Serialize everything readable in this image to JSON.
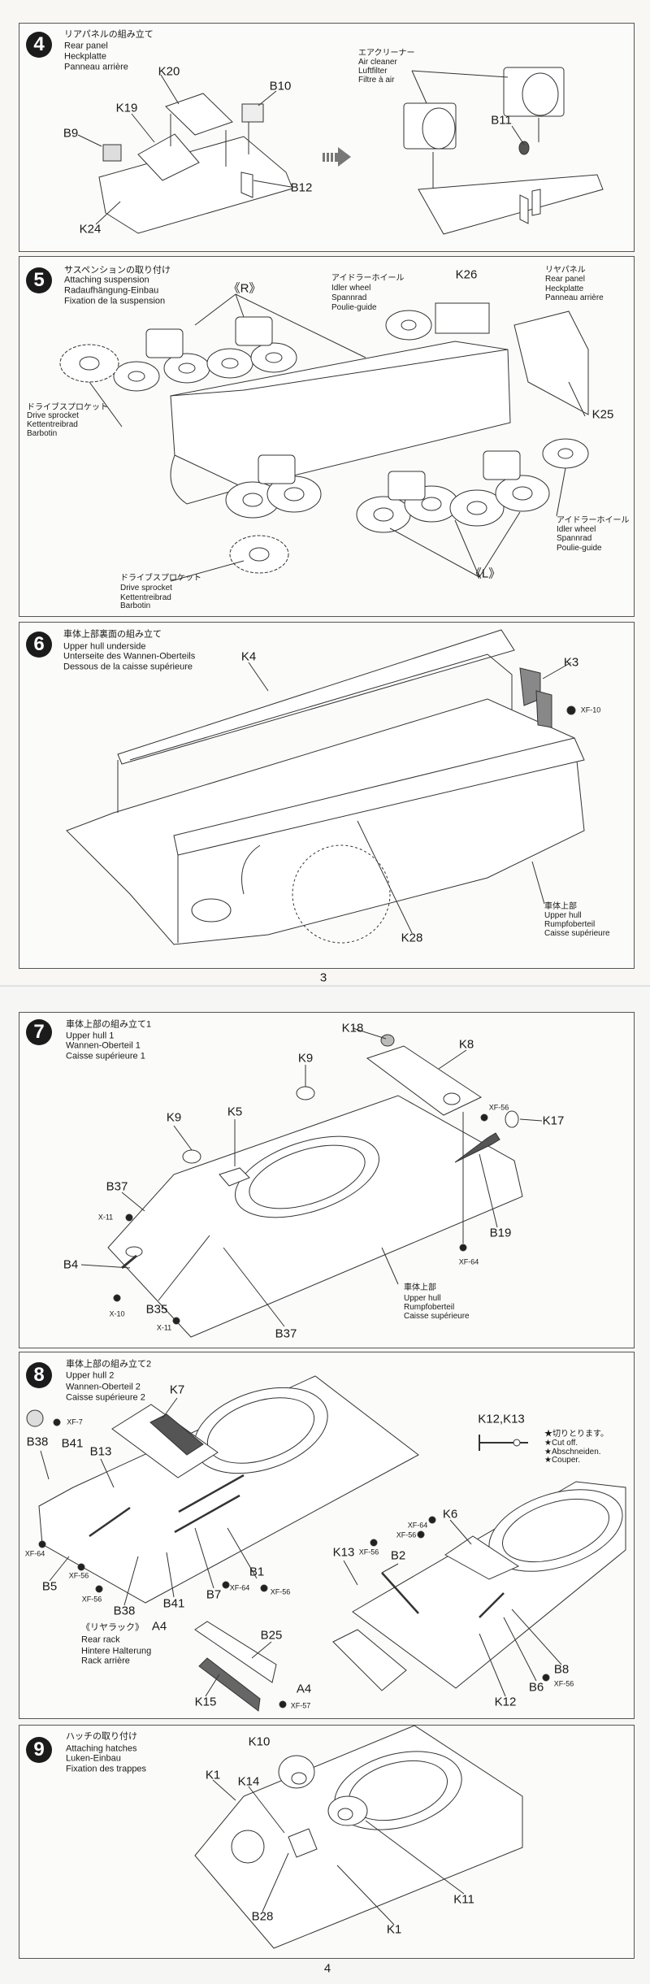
{
  "page_numbers": [
    "3",
    "4"
  ],
  "steps": [
    {
      "number": "4",
      "title": [
        "リアパネルの組み立て",
        "Rear panel",
        "Heckplatte",
        "Panneau arrière"
      ],
      "parts": [
        "K20",
        "B10",
        "K19",
        "B9",
        "B12",
        "K24",
        "B11"
      ],
      "callouts": [
        {
          "lines": [
            "エアクリーナー",
            "Air cleaner",
            "Luftfilter",
            "Filtre à air"
          ]
        }
      ]
    },
    {
      "number": "5",
      "title": [
        "サスペンションの取り付け",
        "Attaching suspension",
        "Radaufhängung-Einbau",
        "Fixation de la suspension"
      ],
      "parts": [
        "《R》",
        "K26",
        "K25",
        "《L》"
      ],
      "callouts": [
        {
          "lines": [
            "アイドラーホイール",
            "Idler wheel",
            "Spannrad",
            "Poulie-guide"
          ]
        },
        {
          "lines": [
            "リヤパネル",
            "Rear panel",
            "Heckplatte",
            "Panneau arrière"
          ]
        },
        {
          "lines": [
            "ドライブスプロケット",
            "Drive sprocket",
            "Kettentreibrad",
            "Barbotin"
          ]
        },
        {
          "lines": [
            "アイドラーホイール",
            "Idler wheel",
            "Spannrad",
            "Poulie-guide"
          ]
        },
        {
          "lines": [
            "ドライブスプロケット",
            "Drive sprocket",
            "Kettentreibrad",
            "Barbotin"
          ]
        }
      ]
    },
    {
      "number": "6",
      "title": [
        "車体上部裏面の組み立て",
        "Upper hull underside",
        "Unterseite des Wannen-Oberteils",
        "Dessous de la caisse supérieure"
      ],
      "parts": [
        "K4",
        "K3",
        "K28"
      ],
      "paints": [
        "XF-10"
      ],
      "callouts": [
        {
          "lines": [
            "車体上部",
            "Upper hull",
            "Rumpfoberteil",
            "Caisse supérieure"
          ]
        }
      ]
    },
    {
      "number": "7",
      "title": [
        "車体上部の組み立て1",
        "Upper hull 1",
        "Wannen-Oberteil 1",
        "Caisse supérieure 1"
      ],
      "parts": [
        "K18",
        "K8",
        "K9",
        "K9",
        "K5",
        "K17",
        "B37",
        "B19",
        "B4",
        "B35",
        "B37"
      ],
      "paints": [
        "XF-56",
        "X-11",
        "XF-64",
        "X-10",
        "X-11"
      ],
      "callouts": [
        {
          "lines": [
            "車体上部",
            "Upper hull",
            "Rumpfoberteil",
            "Caisse supérieure"
          ]
        }
      ]
    },
    {
      "number": "8",
      "title": [
        "車体上部の組み立て2",
        "Upper hull 2",
        "Wannen-Oberteil 2",
        "Caisse supérieure 2"
      ],
      "parts": [
        "K7",
        "B38",
        "B41",
        "B13",
        "K12,K13",
        "K6",
        "K13",
        "B2",
        "B5",
        "B1",
        "B7",
        "B41",
        "B38",
        "A4",
        "B25",
        "A4",
        "K15",
        "B8",
        "B6",
        "K12"
      ],
      "paints": [
        "XF-7",
        "XF-64",
        "XF-56",
        "XF-56",
        "XF-64",
        "XF-56",
        "XF-64",
        "XF-56",
        "XF-56",
        "XF-57",
        "XF-56"
      ],
      "callouts": [
        {
          "lines": [
            "★切りとります。",
            "★Cut off.",
            "★Abschneiden.",
            "★Couper."
          ]
        },
        {
          "lines": [
            "《リヤラック》",
            "Rear rack",
            "Hintere Halterung",
            "Rack arrière"
          ]
        }
      ]
    },
    {
      "number": "9",
      "title": [
        "ハッチの取り付け",
        "Attaching hatches",
        "Luken-Einbau",
        "Fixation des trappes"
      ],
      "parts": [
        "K10",
        "K1",
        "K14",
        "K11",
        "B28",
        "K1"
      ]
    }
  ]
}
